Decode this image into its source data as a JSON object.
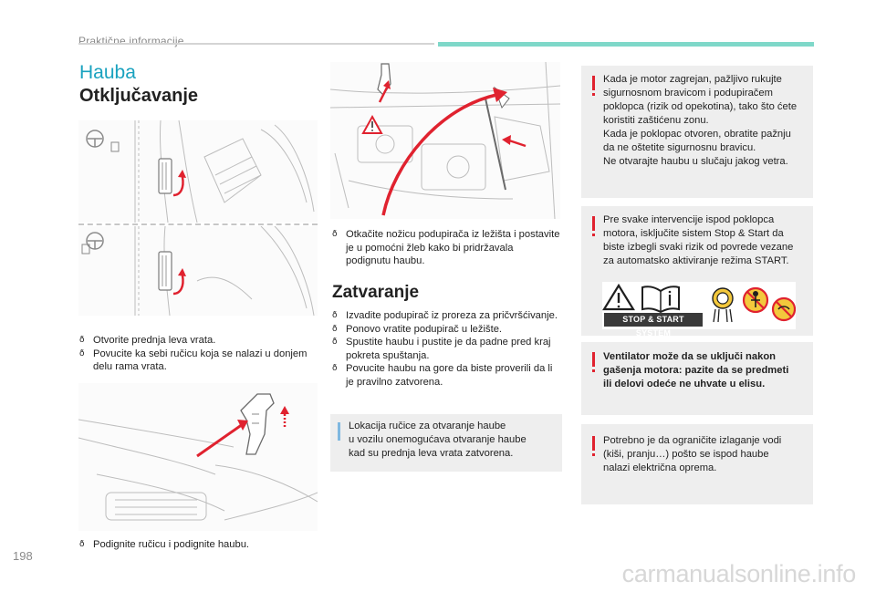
{
  "header": {
    "section": "Praktične informacije"
  },
  "page_number": "198",
  "watermark": "carmanualsonline.info",
  "titles": {
    "main": "Hauba",
    "unlocking": "Otključavanje",
    "closing": "Zatvaranje"
  },
  "left": {
    "bullets_doors": [
      "Otvorite prednja leva vrata.",
      "Povucite ka sebi ručicu koja se nalazi u donjem delu rama vrata."
    ],
    "bullet_lift": "Podignite ručicu i podignite haubu."
  },
  "middle": {
    "bullet_prop": "Otkačite nožicu podupirača iz ležišta i postavite je u pomoćni žleb kako bi pridržavala podignutu haubu.",
    "closing_bullets": [
      "Izvadite podupirač iz proreza za pričvršćivanje.",
      "Ponovo vratite podupirač u ležište.",
      "Spustite haubu i pustite je da padne pred kraj pokreta spuštanja.",
      "Povucite haubu na gore da biste proverili da li je pravilno zatvorena."
    ],
    "info_box": "Lokacija ručice za otvaranje haube\nu vozilu onemogućava otvaranje haube\nkad su prednja leva vrata zatvorena."
  },
  "right": {
    "warning_1": "Kada je motor zagrejan, pažljivo rukujte\nsigurnosnom bravicom i podupiračem\npoklopca (rizik od opekotina), tako što ćete\nkoristiti zaštićenu zonu.\nKada je poklopac otvoren, obratite pažnju\nda ne oštetite sigurnosnu bravicu.\nNe otvarajte haubu u slučaju jakog vetra.",
    "warning_2": "Pre svake intervencije ispod poklopca\nmotora, isključite sistem Stop & Start da\nbiste izbegli svaki rizik od povrede vezane\nza automatsko aktiviranje režima START.",
    "stop_start_label": "STOP & START SYSTEM",
    "warning_3": "Ventilator može da se uključi nakon\ngašenja motora: pazite da se predmeti\nili delovi odeće ne uhvate u elisu.",
    "warning_4": "Potrebno je da ograničite izlaganje vodi\n(kiši, pranju…) pošto se ispod haube\nnalazi električna oprema."
  },
  "colors": {
    "title_blue": "#1aa2bf",
    "warning_red": "#e0222f",
    "arrow_red": "#e0222f",
    "teal_rule": "#7fd8c9",
    "box_grey": "#eeeeee"
  }
}
